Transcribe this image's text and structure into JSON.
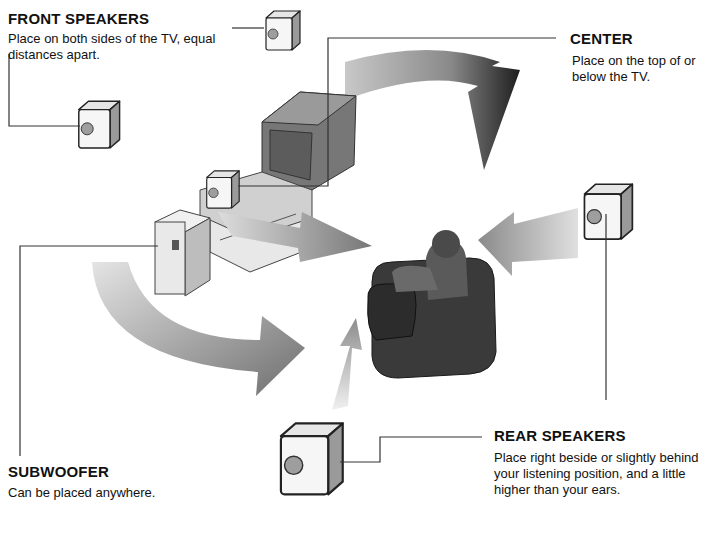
{
  "diagram": {
    "labels": [
      "FRONT SPEAKERS",
      "Place on both sides of the TV, equal distances apart.",
      "CENTER",
      "Place on the top of or below the TV.",
      "SUBWOOFER",
      "Can be placed anywhere.",
      "REAR SPEAKERS",
      "Place right beside or slightly behind your listening position, and a little higher than your ears."
    ]
  }
}
